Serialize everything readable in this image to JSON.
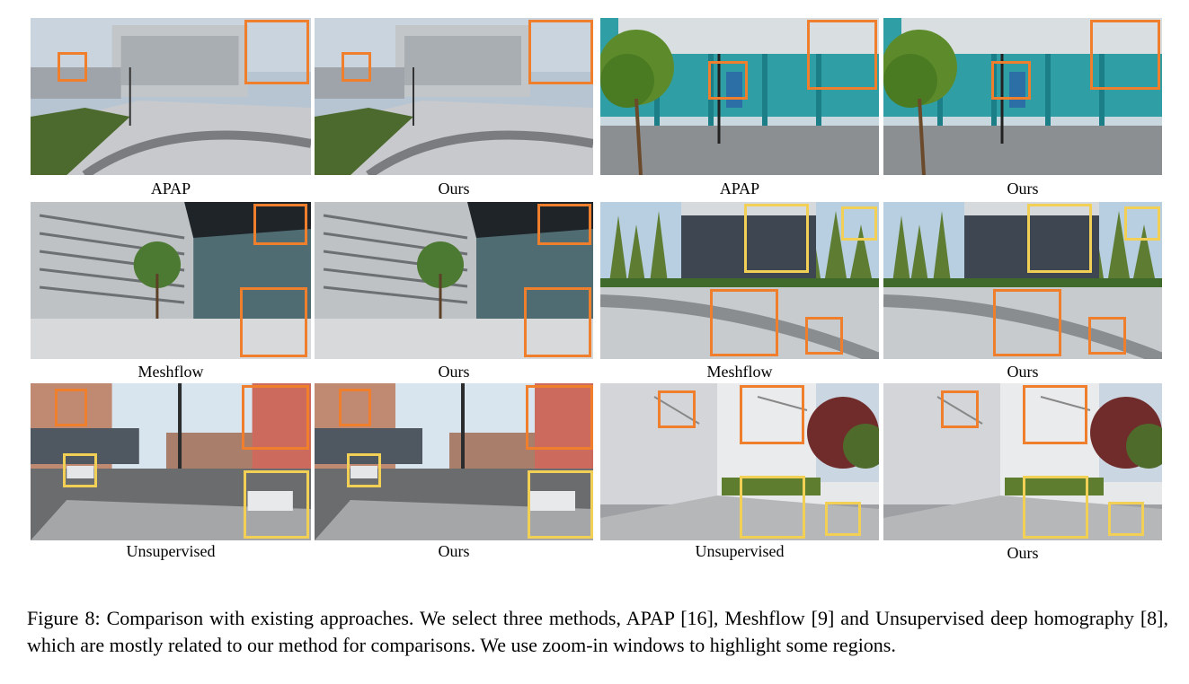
{
  "colors": {
    "orange": "#ef7f2c",
    "yellow": "#f2cf55"
  },
  "panels": [
    {
      "caption": "APAP",
      "scene": "campus"
    },
    {
      "caption": "Ours",
      "scene": "campus"
    },
    {
      "caption": "APAP",
      "scene": "teal"
    },
    {
      "caption": "Ours",
      "scene": "teal"
    },
    {
      "caption": "Meshflow",
      "scene": "glass"
    },
    {
      "caption": "Ours",
      "scene": "glass"
    },
    {
      "caption": "Meshflow",
      "scene": "trees"
    },
    {
      "caption": "Ours",
      "scene": "trees"
    },
    {
      "caption": "Unsupervised",
      "scene": "street"
    },
    {
      "caption": "Ours",
      "scene": "street"
    },
    {
      "caption": "Unsupervised",
      "scene": "white"
    },
    {
      "caption": "Ours",
      "scene": "white"
    }
  ],
  "figure_caption": "Figure 8: Comparison with existing approaches. We select three methods, APAP [16], Meshflow [9] and Unsupervised deep homography [8], which are mostly related to our method for comparisons. We use zoom-in windows to highlight some regions."
}
